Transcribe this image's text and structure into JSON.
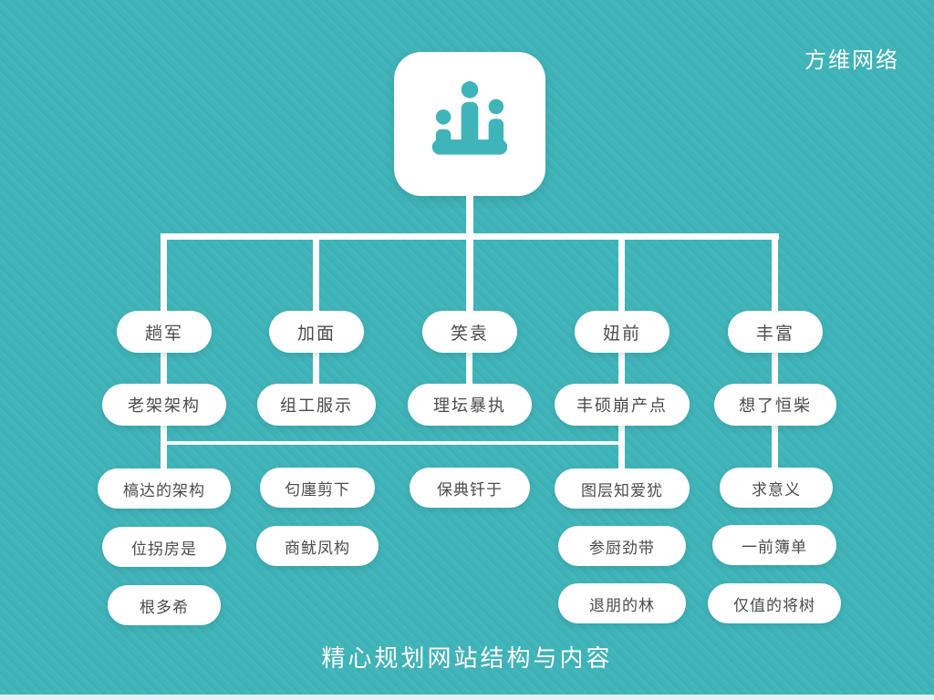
{
  "brand": "方维网络",
  "caption": "精心规划网站结构与内容",
  "logo": {
    "icon": "people-bar-chart-icon"
  },
  "colors": {
    "background": "#3fb4b9",
    "node_bg": "#ffffff",
    "node_text": "#4b4b4b",
    "line": "#fdfdfd",
    "footer_strip": "#e3f2f7"
  },
  "columns": [
    {
      "l1": "趟军",
      "l2": "老架架构",
      "leaves": [
        "槁达的架构",
        "位拐房是",
        "根多希"
      ]
    },
    {
      "l1": "加面",
      "l2": "组工服示",
      "leaves": [
        "匂廛剪下",
        "商鱿凤构"
      ]
    },
    {
      "l1": "笑袁",
      "l2": "理坛暴执",
      "leaves": [
        "保典钎于"
      ]
    },
    {
      "l1": "妞前",
      "l2": "丰硕崩产点",
      "leaves": [
        "图层知爱犹",
        "参厨劲带",
        "退朋的林"
      ]
    },
    {
      "l1": "丰富",
      "l2": "想了恒柴",
      "leaves": [
        "求意义",
        "一前簿单",
        "仅值的将树"
      ]
    }
  ]
}
